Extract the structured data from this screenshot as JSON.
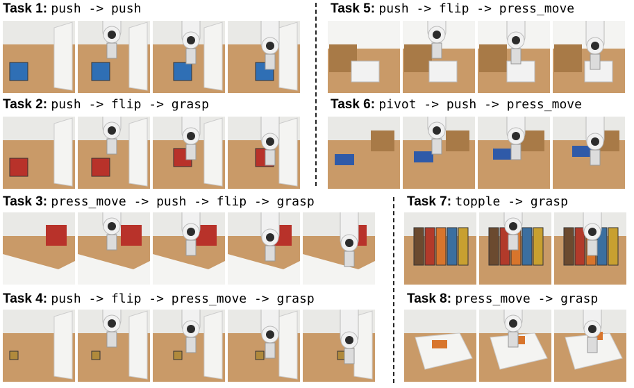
{
  "tasks": [
    {
      "label": "Task 1:",
      "sequence": "push -> push"
    },
    {
      "label": "Task 2:",
      "sequence": "push -> flip -> grasp"
    },
    {
      "label": "Task 3:",
      "sequence": "press_move -> push -> flip -> grasp"
    },
    {
      "label": "Task 4:",
      "sequence": "push -> flip -> press_move -> grasp"
    },
    {
      "label": "Task 5:",
      "sequence": "push -> flip -> press_move"
    },
    {
      "label": "Task 6:",
      "sequence": "pivot -> push -> press_move"
    },
    {
      "label": "Task 7:",
      "sequence": "topple -> grasp"
    },
    {
      "label": "Task 8:",
      "sequence": "press_move -> grasp"
    }
  ],
  "colors": {
    "table_wood": "#c99a68",
    "wall": "#e9e9e6",
    "white_box": "#f4f4f2",
    "robot_white": "#f1f1f1",
    "robot_dark": "#2c2c2c",
    "cereal_red": "#b8322a",
    "cereal_orange": "#d8752c",
    "cardboard": "#a87a47"
  }
}
